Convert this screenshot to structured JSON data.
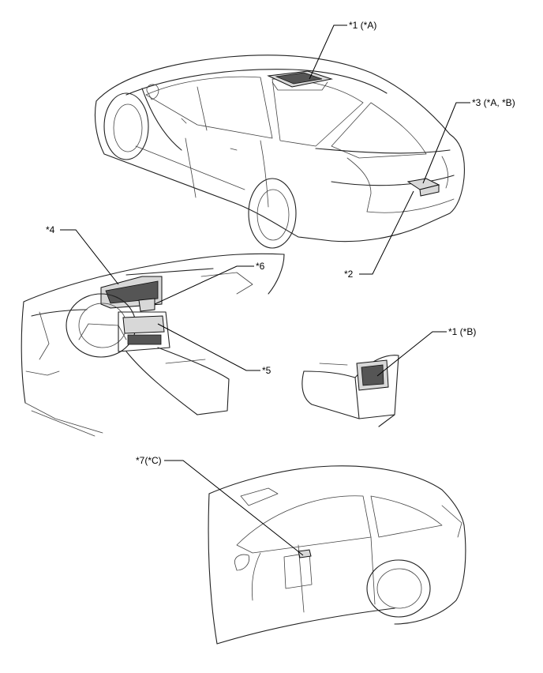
{
  "callouts": {
    "c1a": "*1 (*A)",
    "c3": "*3 (*A, *B)",
    "c4": "*4",
    "c6": "*6",
    "c2": "*2",
    "c5": "*5",
    "c1b": "*1 (*B)",
    "c7": "*7(*C)"
  }
}
